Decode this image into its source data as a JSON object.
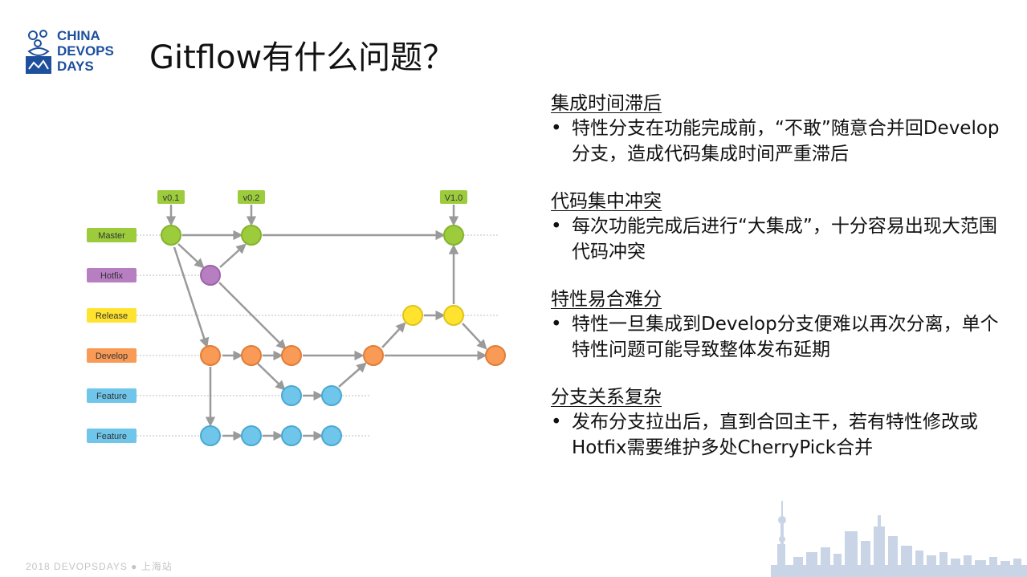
{
  "logo": {
    "text": "CHINA\nDEVOPS\nDAYS"
  },
  "title": "Gitflow有什么问题？",
  "diagram": {
    "branches": [
      {
        "label": "Master",
        "color": "#9ccc3c"
      },
      {
        "label": "Hotfix",
        "color": "#b77ec2"
      },
      {
        "label": "Release",
        "color": "#ffe32e"
      },
      {
        "label": "Develop",
        "color": "#f99a56"
      },
      {
        "label": "Feature",
        "color": "#6fc6ea"
      },
      {
        "label": "Feature",
        "color": "#6fc6ea"
      }
    ],
    "tags": [
      "v0.1",
      "v0.2",
      "V1.0"
    ]
  },
  "sections": [
    {
      "title": "集成时间滞后",
      "bullet": "•",
      "text": "特性分支在功能完成前，“不敢”随意合并回Develop分支，造成代码集成时间严重滞后"
    },
    {
      "title": "代码集中冲突",
      "bullet": "•",
      "text": "每次功能完成后进行“大集成”，十分容易出现大范围代码冲突"
    },
    {
      "title": "特性易合难分",
      "bullet": "•",
      "text": "特性一旦集成到Develop分支便难以再次分离，单个特性问题可能导致整体发布延期"
    },
    {
      "title": "分支关系复杂",
      "bullet": "•",
      "text": "发布分支拉出后，直到合回主干，若有特性修改或Hotfix需要维护多处CherryPick合并"
    }
  ],
  "footer": "2018 DEVOPSDAYS  ●  上海站"
}
